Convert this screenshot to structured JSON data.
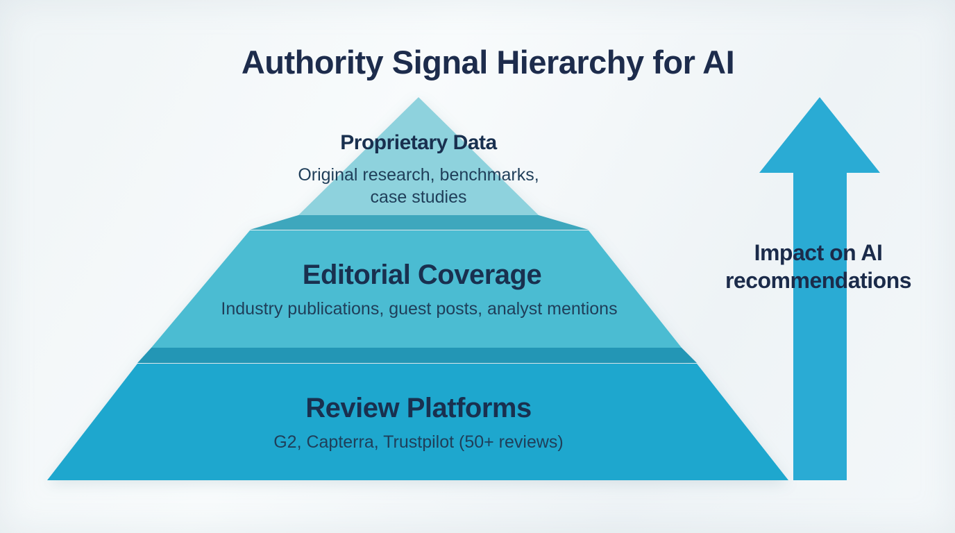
{
  "title": "Authority Signal Hierarchy for AI",
  "pyramid": {
    "levels": [
      {
        "name": "Proprietary Data",
        "description": "Original research, benchmarks, case studies"
      },
      {
        "name": "Editorial Coverage",
        "description": "Industry publications, guest posts, analyst mentions"
      },
      {
        "name": "Review Platforms",
        "description": "G2, Capterra, Trustpilot (50+ reviews)"
      }
    ]
  },
  "arrow": {
    "label": "Impact on AI recommendations",
    "direction": "up"
  },
  "colors": {
    "tier1": "#8ed2dd",
    "tier1_bevel": "#3ea7bd",
    "tier2": "#4bbcd2",
    "tier2_bevel": "#2396b5",
    "tier3": "#1ea7ce",
    "arrow": "#2aabd4",
    "title_text": "#1d2c4c",
    "heading_text": "#19304f",
    "body_text": "#1f3e59"
  }
}
